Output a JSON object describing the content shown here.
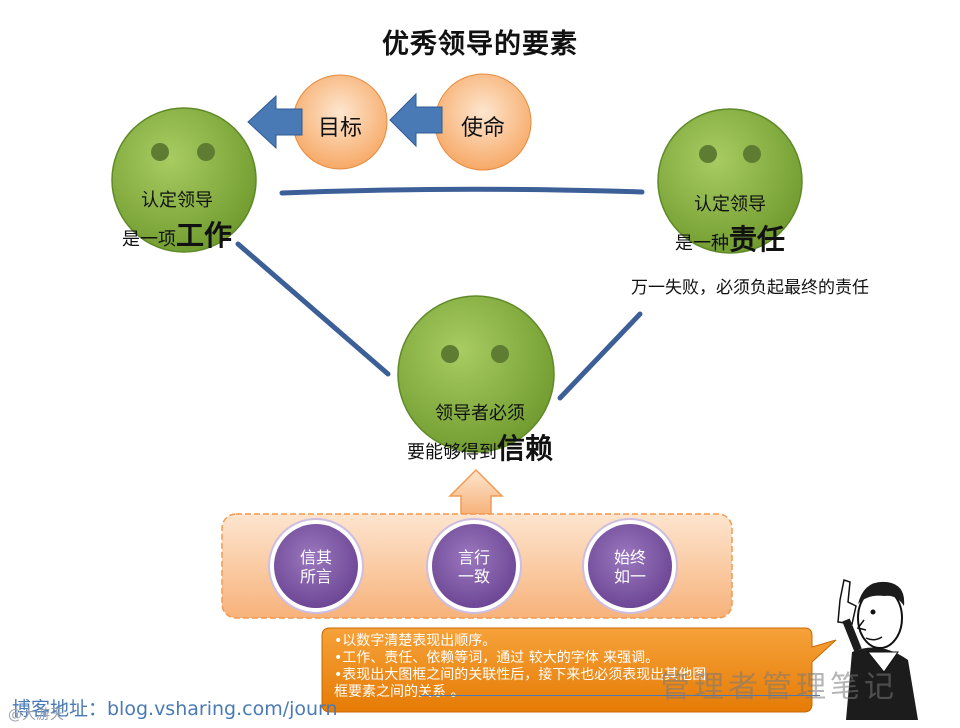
{
  "title": "优秀领导的要素",
  "orange_circles": {
    "target": "目标",
    "mission": "使命"
  },
  "faces": {
    "left": {
      "line1": "认定领导",
      "line2_prefix": "是一项",
      "line2_emph": "工作"
    },
    "right": {
      "line1": "认定领导",
      "line2_prefix": "是一种",
      "line2_emph": "责任",
      "note": "万一失败，必须负起最终的责任"
    },
    "bottom": {
      "line1": "领导者必须",
      "line2_prefix": "要能够得到",
      "line2_emph": "信赖"
    }
  },
  "purple_circles": [
    {
      "line1": "信其",
      "line2": "所言"
    },
    {
      "line1": "言行",
      "line2": "一致"
    },
    {
      "line1": "始终",
      "line2": "如一"
    }
  ],
  "callout": {
    "lines": [
      "•以数字清楚表现出顺序。",
      "•工作、责任、依赖等词，通过   较大的字体   来强调。",
      "•表现出大图框之间的关联性后，接下来也必须表现出其他图",
      "框要素之间的关系      。"
    ]
  },
  "footer": {
    "url_text": "博客地址：blog.vsharing.com/journ",
    "watermark": "管理者管理笔记",
    "corner_text": "@大游天"
  },
  "colors": {
    "face_green": "#8db646",
    "orange": "#f7a35c",
    "purple": "#7a55a0",
    "arrow_blue": "#4a7ab5",
    "line_blue": "#3c5f98",
    "callout": "#f08a0c"
  }
}
